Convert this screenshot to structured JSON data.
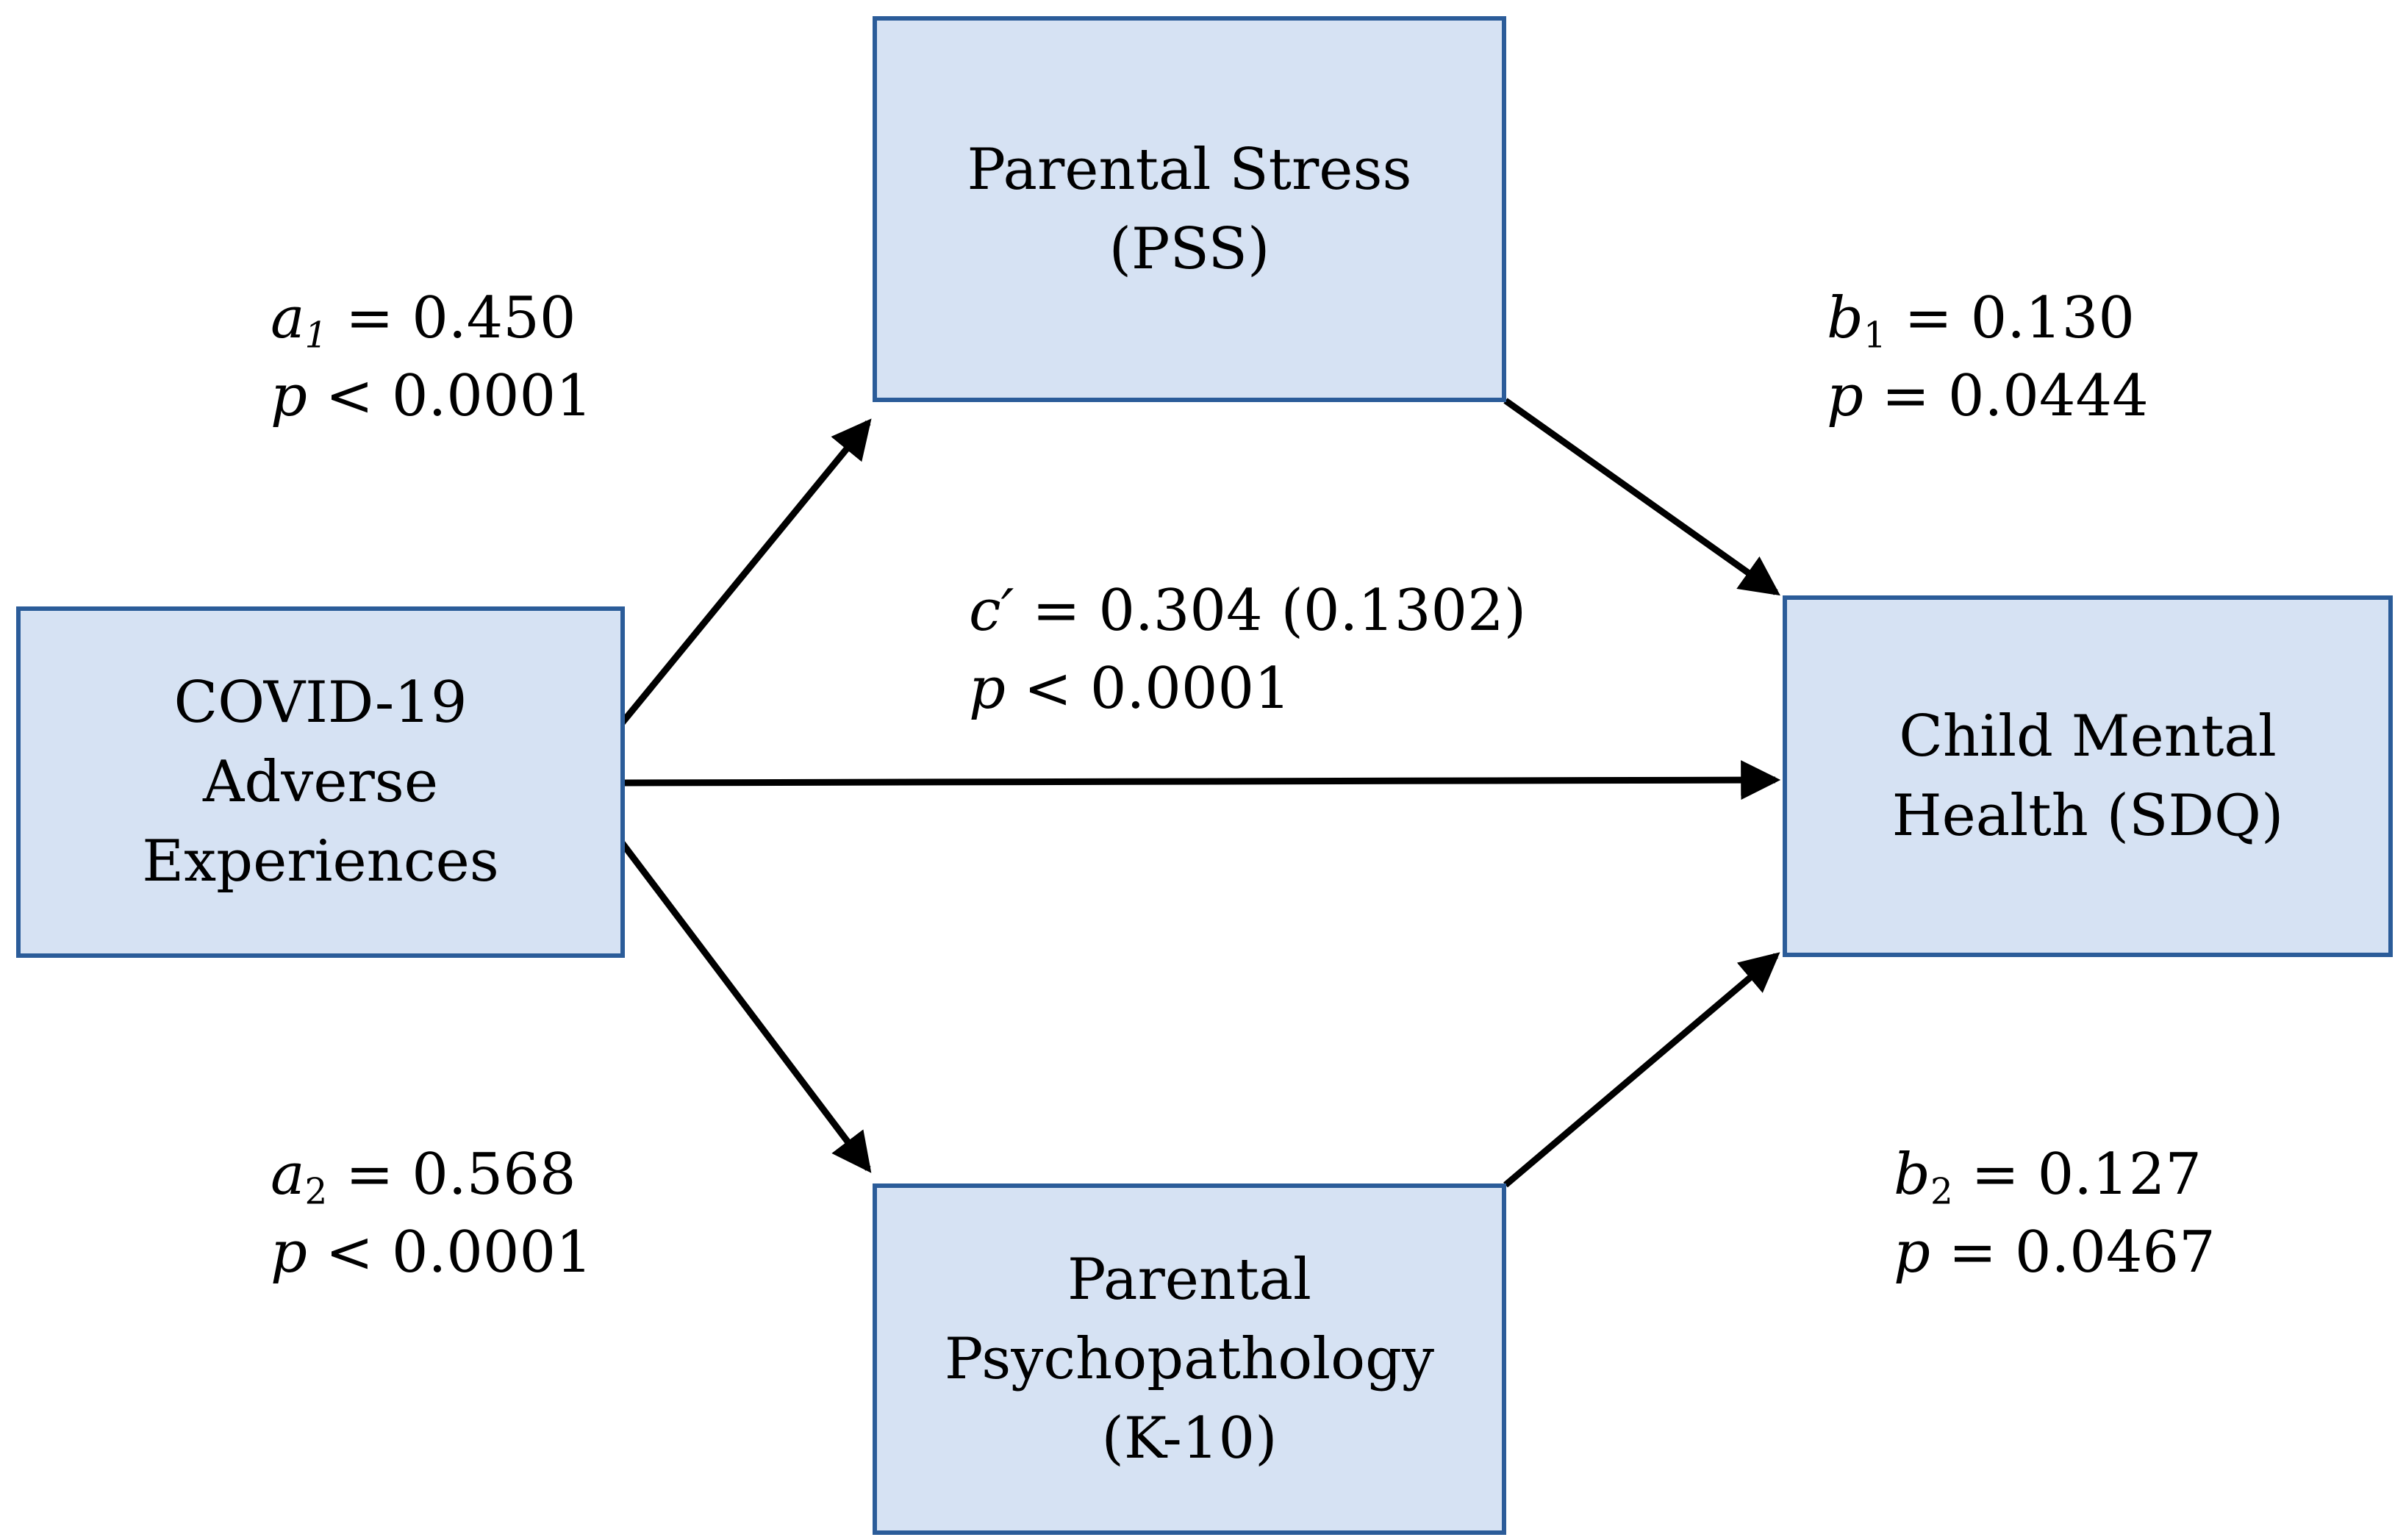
{
  "colors": {
    "box_fill": "#d6e2f3",
    "box_border": "#2b5c99",
    "arrow": "#000000"
  },
  "nodes": {
    "covid": {
      "lines": [
        "COVID-19",
        "Adverse",
        "Experiences"
      ]
    },
    "stress": {
      "lines": [
        "Parental Stress",
        "(PSS)"
      ]
    },
    "psychopathology": {
      "lines": [
        "Parental",
        "Psychopathology",
        "(K-10)"
      ]
    },
    "child": {
      "lines": [
        "Child Mental",
        "Health (SDQ)"
      ]
    }
  },
  "paths": {
    "a1": {
      "symbol": "a",
      "subscript": "1",
      "coefficient": "= 0.450",
      "p_symbol": "p",
      "p_text": "< 0.0001"
    },
    "b1": {
      "symbol": "b",
      "subscript": "1",
      "coefficient": "= 0.130",
      "p_symbol": "p",
      "p_text": "= 0.0444"
    },
    "c_prime": {
      "symbol": "c′",
      "coefficient": "= 0.304 (0.1302)",
      "p_symbol": "p",
      "p_text": "< 0.0001"
    },
    "a2": {
      "symbol": "a",
      "subscript": "2",
      "coefficient": "= 0.568",
      "p_symbol": "p",
      "p_text": "< 0.0001"
    },
    "b2": {
      "symbol": "b",
      "subscript": "2",
      "coefficient": "= 0.127",
      "p_symbol": "p",
      "p_text": "= 0.0467"
    }
  }
}
